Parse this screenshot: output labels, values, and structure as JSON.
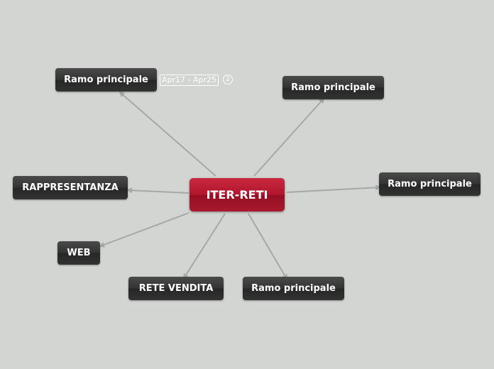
{
  "central": {
    "label": "ITER-RETI"
  },
  "nodes": {
    "top_left": {
      "label": "Ramo principale"
    },
    "top_left_date": "Apr17 - Apr25",
    "top_left_count": "2",
    "top_right": {
      "label": "Ramo principale"
    },
    "right": {
      "label": "Ramo principale"
    },
    "rappresentanza": {
      "label": "RAPPRESENTANZA"
    },
    "web": {
      "label": "WEB"
    },
    "rete_vendita": {
      "label": "RETE VENDITA"
    },
    "bottom_right": {
      "label": "Ramo principale"
    }
  },
  "colors": {
    "background": "#d3d5d2",
    "central": "#b0162d",
    "node": "#333333",
    "link": "#a6a8a5"
  }
}
